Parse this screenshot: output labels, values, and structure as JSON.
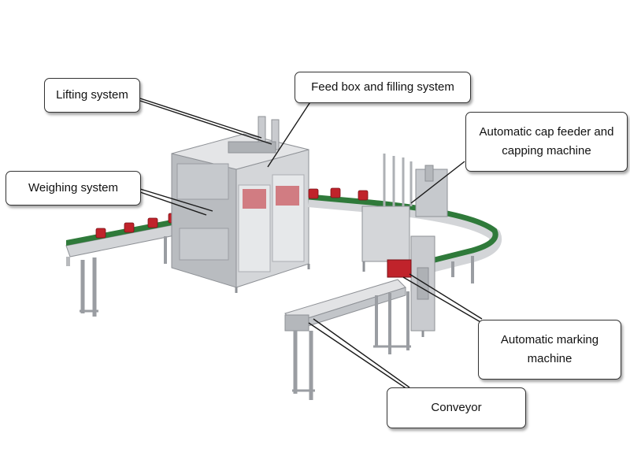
{
  "callouts": {
    "lifting": "Lifting system",
    "feed_box": "Feed box and filling system",
    "cap_feeder_line1": "Automatic cap feeder and",
    "cap_feeder_line2": "capping machine",
    "weighing": "Weighing system",
    "marking_line1": "Automatic marking",
    "marking_line2": "machine",
    "conveyor": "Conveyor"
  },
  "colors": {
    "belt": "#2f7a3a",
    "belt_light": "#5aa862",
    "steel": "#c9cbcf",
    "steel_dark": "#8e9196",
    "container": "#c0232b",
    "outline": "#333333"
  }
}
